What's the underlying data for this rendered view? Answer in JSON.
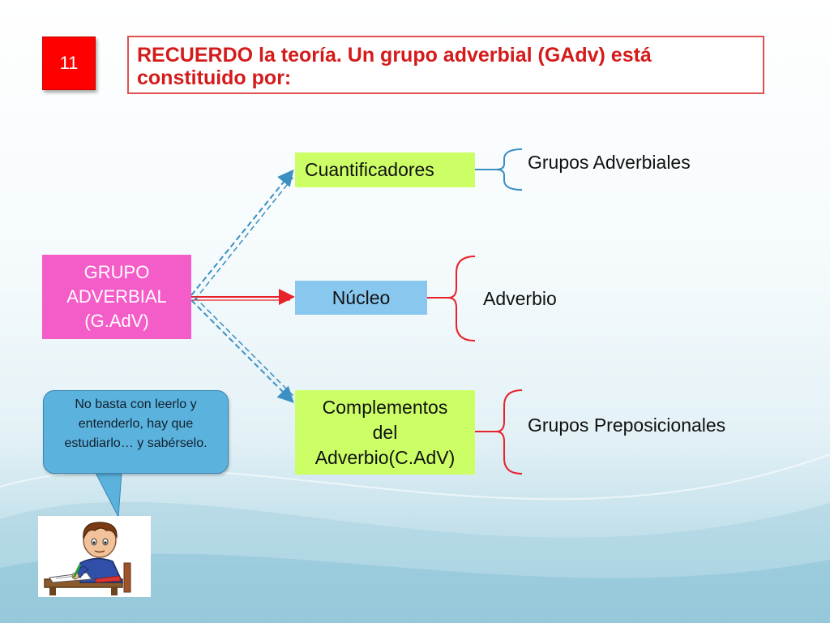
{
  "slide": {
    "number": "11",
    "title": "RECUERDO la teoría. Un grupo adverbial (GAdv) está constituido por:"
  },
  "diagram": {
    "root": {
      "lines": [
        "GRUPO",
        "ADVERBIAL",
        "(G.AdV)"
      ]
    },
    "branches": [
      {
        "label": "Cuantificadores",
        "result": "Grupos Adverbiales",
        "arrow_style": "dashed",
        "color": "#3b8fc2"
      },
      {
        "label": "Núcleo",
        "result": "Adverbio",
        "arrow_style": "solid",
        "color": "#e8222a"
      },
      {
        "label_lines": [
          "Complementos",
          "del",
          "Adverbio(C.AdV)"
        ],
        "result": "Grupos Preposicionales",
        "arrow_style": "dashed",
        "color": "#3b8fc2"
      }
    ]
  },
  "bubble": {
    "text": "No basta con leerlo y entenderlo, hay que estudiarlo… y sabérselo."
  },
  "colors": {
    "root_fill": "#f45cc8",
    "cuantificadores_fill": "#ccff66",
    "nucleo_fill": "#88c8ee",
    "complementos_fill": "#ccff66",
    "title_text": "#d41b1b",
    "slide_number_fill": "#ff0000",
    "bubble_fill": "#5bb2dd"
  },
  "icons": {
    "student": "student-writing-icon"
  }
}
